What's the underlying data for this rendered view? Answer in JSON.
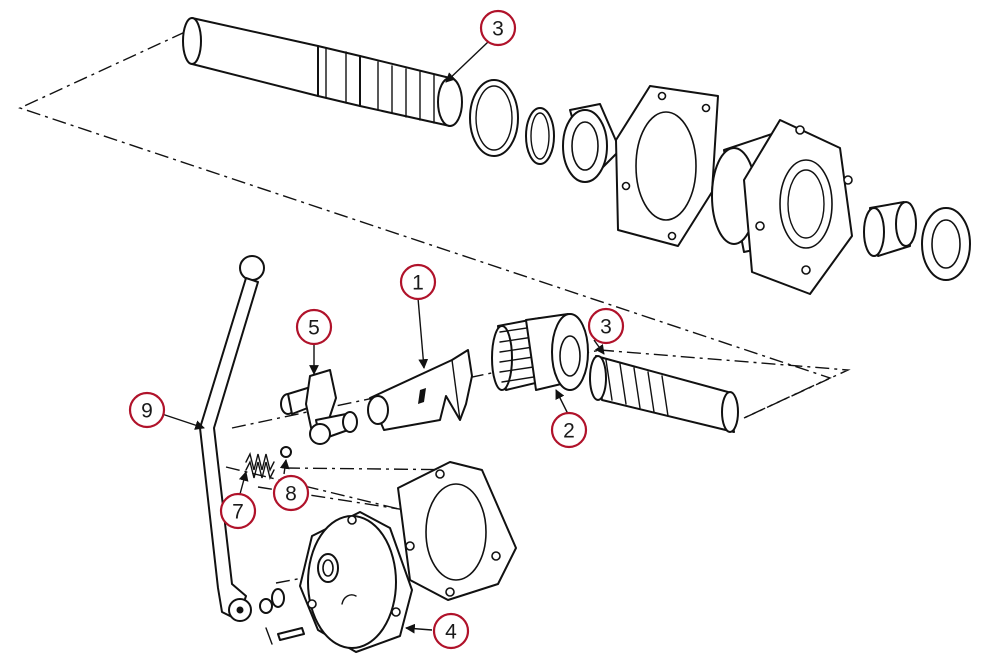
{
  "diagram": {
    "callouts": [
      {
        "id": "callout-1",
        "label": "1"
      },
      {
        "id": "callout-2",
        "label": "2"
      },
      {
        "id": "callout-3-top",
        "label": "3"
      },
      {
        "id": "callout-3-right",
        "label": "3"
      },
      {
        "id": "callout-4",
        "label": "4"
      },
      {
        "id": "callout-5",
        "label": "5"
      },
      {
        "id": "callout-7",
        "label": "7"
      },
      {
        "id": "callout-8",
        "label": "8"
      },
      {
        "id": "callout-9",
        "label": "9"
      }
    ],
    "colors": {
      "callout_ring": "#b0122a",
      "line_art": "#111111",
      "background": "#ffffff"
    }
  }
}
